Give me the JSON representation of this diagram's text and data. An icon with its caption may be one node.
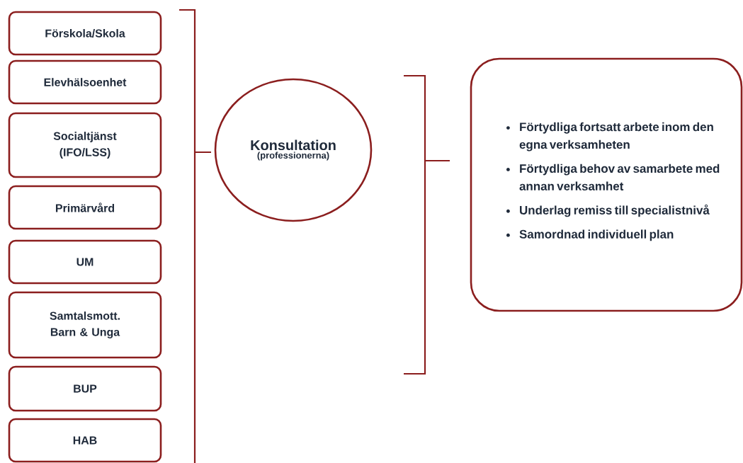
{
  "diagram": {
    "nodes": [
      {
        "text": [
          "Förskola/Skola"
        ]
      },
      {
        "text": [
          "Elevhälsoenhet"
        ]
      },
      {
        "text": [
          "Socialtjänst (IFO/LSS)"
        ]
      },
      {
        "text": [
          "Primärvård"
        ]
      },
      {
        "text": [
          "UM"
        ]
      },
      {
        "text": [
          "Samtalsmott. Barn & Unga"
        ]
      },
      {
        "text": [
          "BUP"
        ]
      },
      {
        "text": [
          "HAB"
        ]
      },
      {
        "text": [
          "Konsultation",
          "(professionerna)"
        ]
      },
      {
        "text": [
          "Förtydliga fortsatt arbete inom den egna verksamheten",
          "Förtydliga behov av samarbete med annan verksamhet",
          "Underlag remiss till specialistnivå",
          "Samordnad individuell plan"
        ]
      }
    ]
  }
}
